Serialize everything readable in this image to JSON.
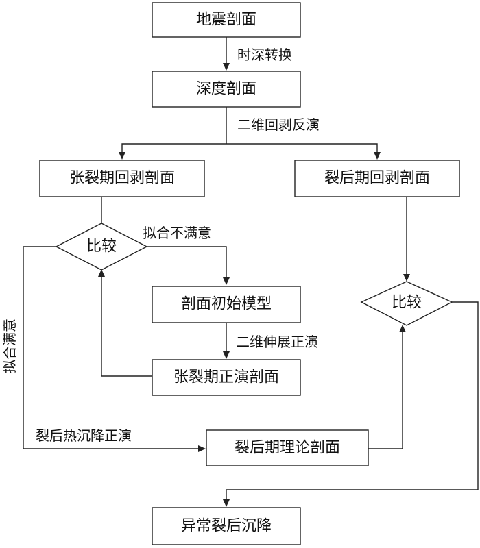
{
  "nodes": {
    "seismic": "地震剖面",
    "depth": "深度剖面",
    "rift_backstrip": "张裂期回剥剖面",
    "postrift_backstrip": "裂后期回剥剖面",
    "compare_left": "比较",
    "initial_model": "剖面初始模型",
    "rift_forward": "张裂期正演剖面",
    "compare_right": "比较",
    "postrift_theory": "裂后期理论剖面",
    "anomalous_subsidence": "异常裂后沉降"
  },
  "edges": {
    "time_depth": "时深转换",
    "backstrip_2d": "二维回剥反演",
    "unsatisfied": "拟合不满意",
    "stretch_forward": "二维伸展正演",
    "satisfied": "拟合满意",
    "thermal_forward": "裂后热沉降正演"
  }
}
